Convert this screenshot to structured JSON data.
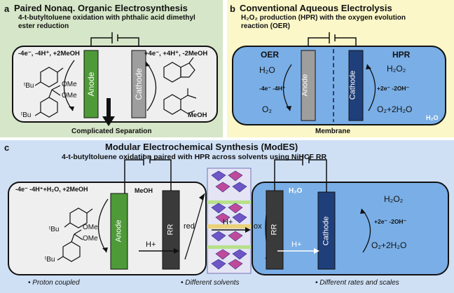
{
  "panel_a": {
    "letter": "a",
    "title": "Paired Nonaq. Organic Electrosynthesis",
    "subtitle_line1": "4-t-butyltoluene oxidation with phthalic acid dimethyl",
    "subtitle_line2": "ester reduction",
    "anode_label": "Anode",
    "cathode_label": "Cathode",
    "anode_reaction": "-4e⁻, -4H⁺, +2MeOH",
    "cathode_reaction": "+4e⁻, +4H⁺, -2MeOH",
    "meoh": "MeOH",
    "ome1": "OMe",
    "ome2": "OMe",
    "tbu1": "ᵗBu",
    "tbu2": "ᵗBu",
    "separation": "Complicated Separation",
    "colors": {
      "background": "#d6e6c8",
      "anode": "#4e9a38",
      "cathode": "#9e9e9e"
    }
  },
  "panel_b": {
    "letter": "b",
    "title": "Conventional Aqueous Electrolysis",
    "subtitle_line1": "H₂O₂ production (HPR) with the oxygen evolution",
    "subtitle_line2": "reaction (OER)",
    "oer": "OER",
    "hpr": "HPR",
    "anode_label": "Anode",
    "cathode_label": "Cathode",
    "h2o": "H₂O",
    "o2": "O₂",
    "oer_reaction": "-4e⁻ -4H⁺",
    "h2o2": "H₂O₂",
    "hpr_reaction": "+2e⁻ -2OH⁻",
    "o2_2h2o": "O₂+2H₂O",
    "h2o_small": "H₂O",
    "membrane": "Membrane",
    "colors": {
      "background": "#fbf7c8",
      "cell": "#7aaee6",
      "cathode": "#1f3f7a"
    }
  },
  "panel_c": {
    "letter": "c",
    "title": "Modular Electrochemical Synthesis (ModES)",
    "subtitle": "4-t-butyltoluene oxidation paired with HPR across solvents using NiHCF RR",
    "left_reaction": "-4e⁻ -4H⁺+H₂O, +2MeOH",
    "meoh": "MeOH",
    "anode_label": "Anode",
    "rr_left": "RR",
    "red": "red",
    "h_plus_left": "H+",
    "h_plus_mid": "H+",
    "ox": "ox",
    "rr_right": "RR",
    "h2o": "H₂O",
    "cathode_label": "Cathode",
    "h_plus_right": "H+",
    "h2o2": "H₂O₂",
    "hpr_reaction": "+2e⁻ -2OH⁻",
    "o2_2h2o": "O₂+2H₂O",
    "ome1": "OMe",
    "ome2": "OMe",
    "tbu1": "ᵗBu",
    "tbu2": "ᵗBu",
    "bullets": [
      "Proton coupled",
      "Different solvents",
      "Different rates and scales"
    ],
    "colors": {
      "background": "#cfe0f5",
      "anode": "#4e9a38",
      "rr": "#3a3a3a",
      "cathode": "#1f3f7a"
    }
  }
}
